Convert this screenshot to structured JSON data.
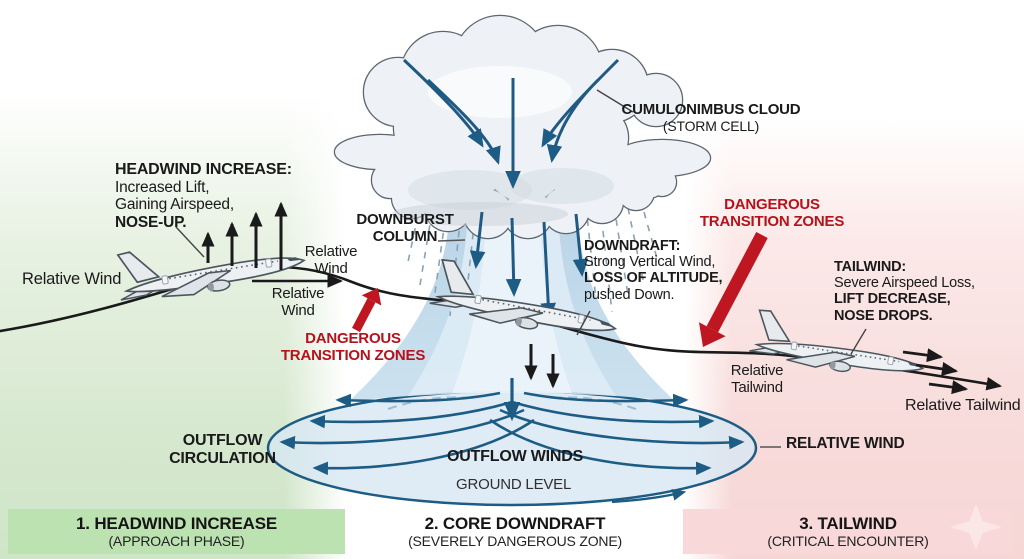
{
  "labels": {
    "headwind": {
      "title": "HEADWIND INCREASE:",
      "l1": "Increased Lift,",
      "l2": "Gaining Airspeed,",
      "l3": "NOSE-UP."
    },
    "relative_wind_left": "Relative Wind",
    "relative_wind_upper": {
      "l1": "Relative",
      "l2": "Wind"
    },
    "relative_wind_lower": {
      "l1": "Relative",
      "l2": "Wind"
    },
    "downburst_column": {
      "l1": "DOWNBURST",
      "l2": "COLUMN"
    },
    "cumulonimbus": {
      "l1": "CUMULONIMBUS CLOUD",
      "l2": "(STORM CELL)"
    },
    "downdraft": {
      "title": "DOWNDRAFT:",
      "l1": "Strong Vertical Wind,",
      "l2": "LOSS OF ALTITUDE,",
      "l3": "pushed Down."
    },
    "dangerous_left": {
      "l1": "DANGEROUS",
      "l2": "TRANSITION ZONES"
    },
    "dangerous_right": {
      "l1": "DANGEROUS",
      "l2": "TRANSITION ZONES"
    },
    "tailwind": {
      "title": "TAILWIND:",
      "l1": "Severe Airspeed Loss,",
      "l2": "LIFT DECREASE,",
      "l3": "NOSE DROPS."
    },
    "relative_tailwind_near": {
      "l1": "Relative",
      "l2": "Tailwind"
    },
    "relative_tailwind_far": "Relative Tailwind",
    "outflow_circulation": {
      "l1": "OUTFLOW",
      "l2": "CIRCULATION"
    },
    "outflow_winds": "OUTFLOW WINDS",
    "ground_level": "GROUND LEVEL",
    "relative_wind_callout": "RELATIVE WIND"
  },
  "zones": [
    {
      "title": "1. HEADWIND INCREASE",
      "subtitle": "(APPROACH PHASE)"
    },
    {
      "title": "2. CORE DOWNDRAFT",
      "subtitle": "(SEVERELY DANGEROUS ZONE)"
    },
    {
      "title": "3. TAILWIND",
      "subtitle": "(CRITICAL ENCOUNTER)"
    }
  ],
  "colors": {
    "danger_red": "#b5121b",
    "wind_blue": "#1d5c84",
    "zone_green": "#bce2b2",
    "zone_pink": "#f8d8d8"
  }
}
